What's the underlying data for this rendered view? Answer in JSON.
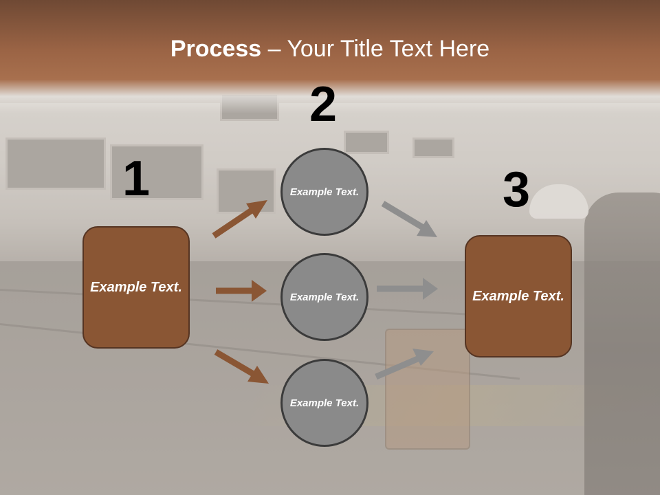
{
  "title": {
    "bold": "Process",
    "rest": " – Your Title Text Here"
  },
  "steps": [
    {
      "number": "1",
      "text": "Example Text."
    },
    {
      "number": "2",
      "text": "Example Text."
    },
    {
      "number": "3",
      "text": "Example Text."
    }
  ],
  "circles": [
    {
      "text": "Example Text."
    },
    {
      "text": "Example Text."
    },
    {
      "text": "Example Text."
    }
  ],
  "colors": {
    "box_fill": "#8a5634",
    "box_border": "#553422",
    "circle_fill": "#8a8a8a",
    "circle_border": "#3b3b3b",
    "arrow_brown": "#8a5634",
    "arrow_gray": "#8e8e8e",
    "title_band": "#9b6445"
  }
}
